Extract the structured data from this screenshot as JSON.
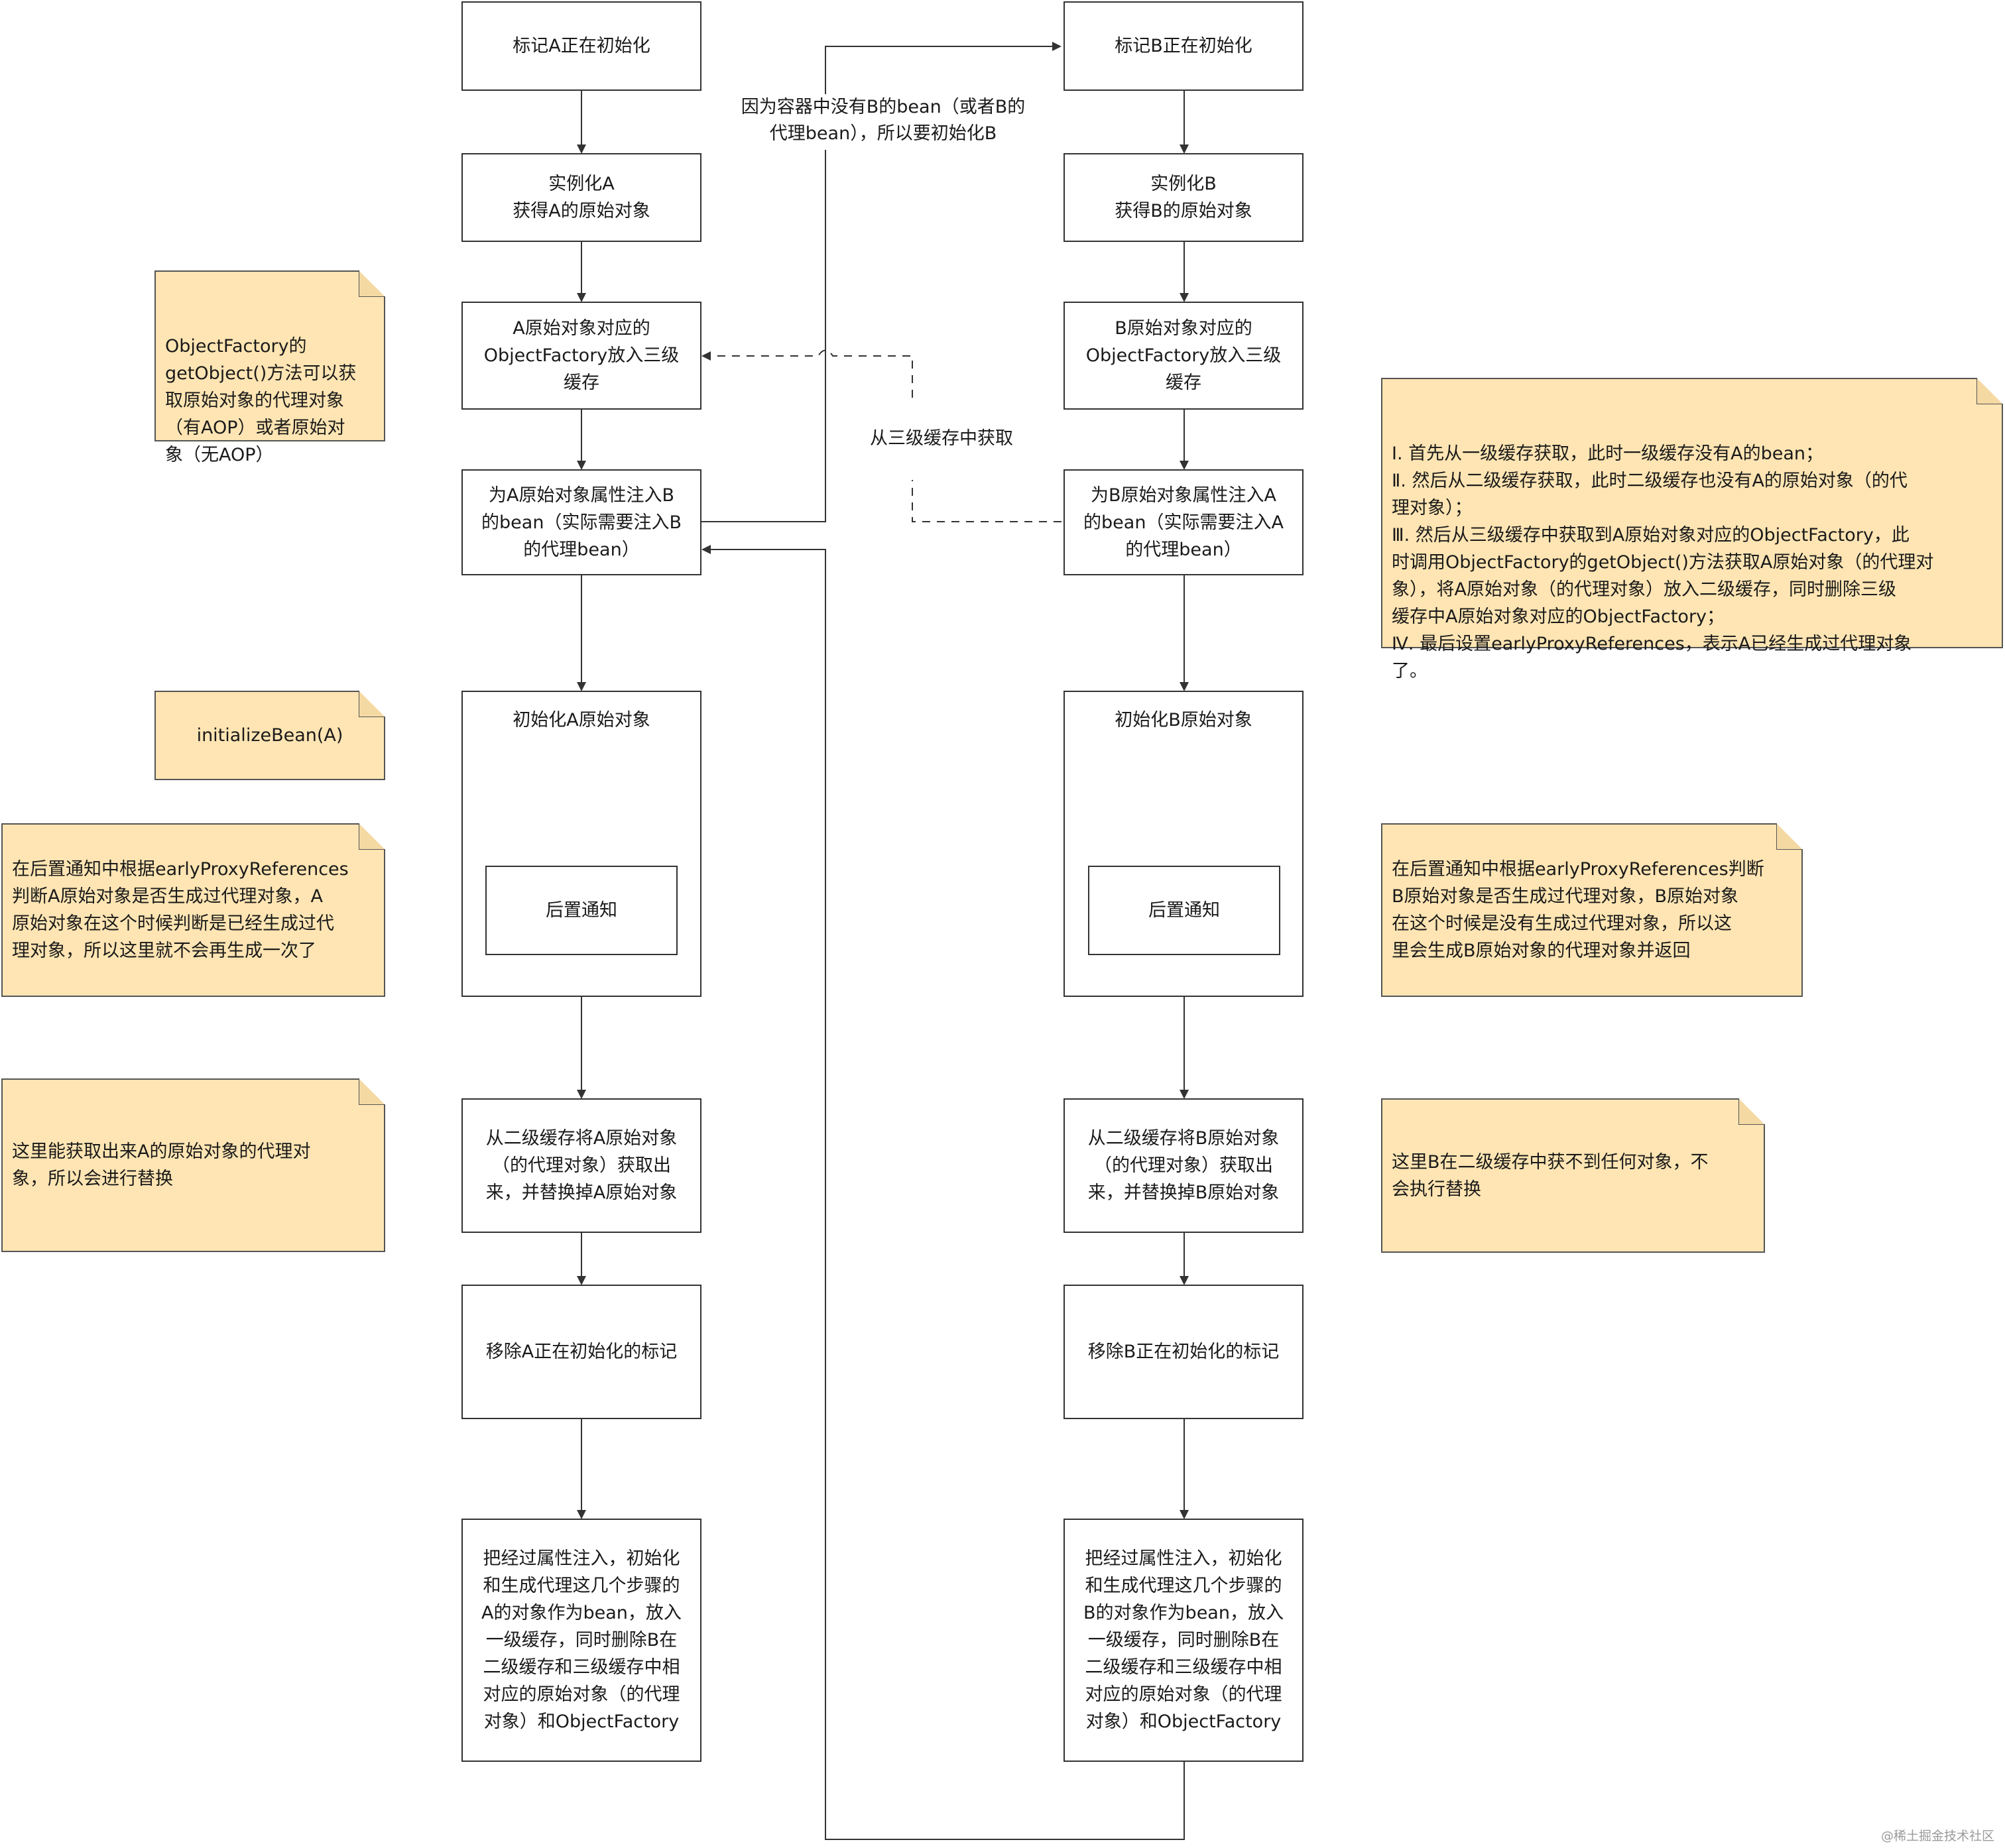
{
  "nodes": {
    "mark_a": "标记A正在初始化",
    "inst_a": "实例化A\n获得A的原始对象",
    "factory_a": "A原始对象对应的\nObjectFactory放入三级\n缓存",
    "inject_a": "为A原始对象属性注入B\n的bean（实际需要注入B\n的代理bean）",
    "init_a": "初始化A原始对象",
    "post_a": "后置通知",
    "replace_a": "从二级缓存将A原始对象\n（的代理对象）获取出\n来，并替换掉A原始对象",
    "remove_a": "移除A正在初始化的标记",
    "final_a": "把经过属性注入，初始化\n和生成代理这几个步骤的\nA的对象作为bean，放入\n一级缓存，同时删除B在\n二级缓存和三级缓存中相\n对应的原始对象（的代理\n对象）和ObjectFactory",
    "mark_b": "标记B正在初始化",
    "inst_b": "实例化B\n获得B的原始对象",
    "factory_b": "B原始对象对应的\nObjectFactory放入三级\n缓存",
    "inject_b": "为B原始对象属性注入A\n的bean（实际需要注入A\n的代理bean）",
    "init_b": "初始化B原始对象",
    "post_b": "后置通知",
    "replace_b": "从二级缓存将B原始对象\n（的代理对象）获取出\n来，并替换掉B原始对象",
    "remove_b": "移除B正在初始化的标记",
    "final_b": "把经过属性注入，初始化\n和生成代理这几个步骤的\nB的对象作为bean，放入\n一级缓存，同时删除B在\n二级缓存和三级缓存中相\n对应的原始对象（的代理\n对象）和ObjectFactory"
  },
  "edge_labels": {
    "to_b": "因为容器中没有B的bean（或者B的\n代理bean），所以要初始化B",
    "from_l3": "从三级缓存中获取"
  },
  "notes": {
    "object_factory": "ObjectFactory的\ngetObject()方法可以获\n取原始对象的代理对象\n（有AOP）或者原始对\n象（无AOP）",
    "initialize_bean": "initializeBean(A)",
    "post_a_note": "在后置通知中根据earlyProxyReferences\n判断A原始对象是否生成过代理对象，A\n原始对象在这个时候判断是已经生成过代\n理对象，所以这里就不会再生成一次了",
    "replace_a_note": "这里能获取出来A的原始对象的代理对\n象，所以会进行替换",
    "cache_steps": "Ⅰ. 首先从一级缓存获取，此时一级缓存没有A的bean；\nⅡ. 然后从二级缓存获取，此时二级缓存也没有A的原始对象（的代\n理对象）；\nⅢ. 然后从三级缓存中获取到A原始对象对应的ObjectFactory，此\n时调用ObjectFactory的getObject()方法获取A原始对象（的代理对\n象），将A原始对象（的代理对象）放入二级缓存，同时删除三级\n缓存中A原始对象对应的ObjectFactory；\nⅣ. 最后设置earlyProxyReferences，表示A已经生成过代理对象\n了。",
    "post_b_note": "在后置通知中根据earlyProxyReferences判断\nB原始对象是否生成过代理对象，B原始对象\n在这个时候是没有生成过代理对象，所以这\n里会生成B原始对象的代理对象并返回",
    "replace_b_note": "这里B在二级缓存中获不到任何对象，不\n会执行替换"
  },
  "watermark": "@稀土掘金技术社区",
  "colors": {
    "note_fill": "#ffe5b3",
    "stroke": "#333333",
    "background": "#ffffff"
  }
}
